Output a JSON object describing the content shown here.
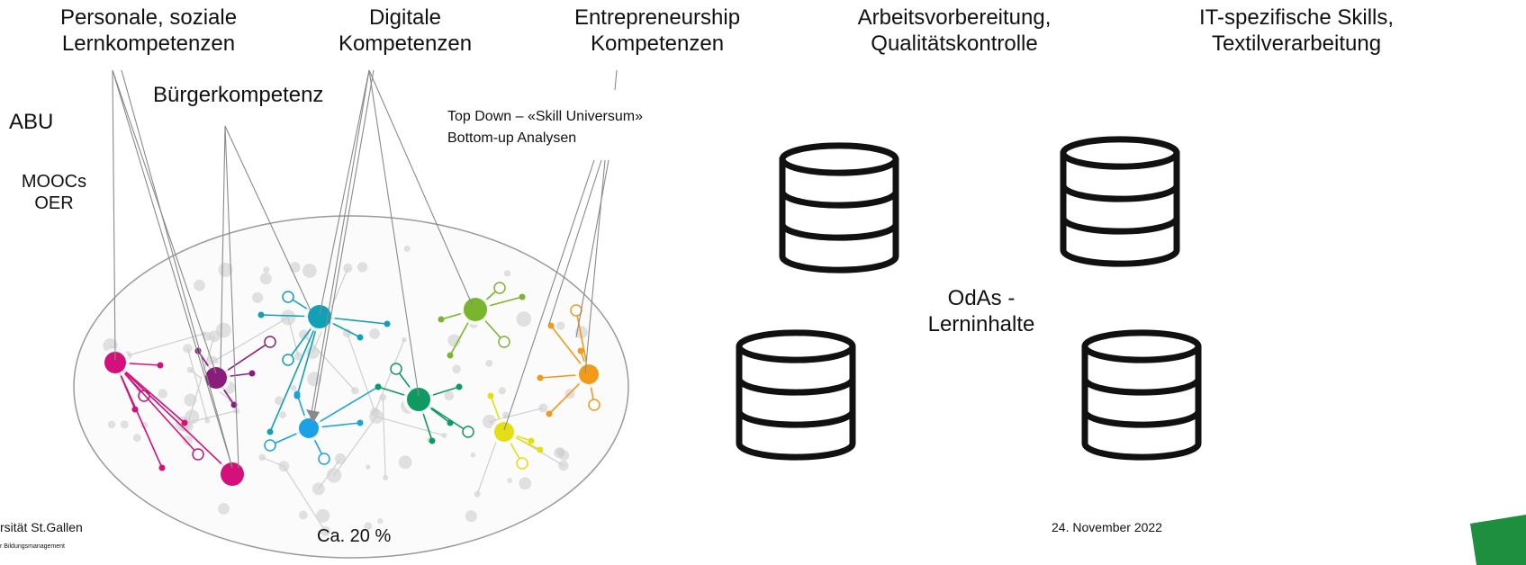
{
  "labels": {
    "personale": [
      "Personale, soziale",
      "Lernkompetenzen"
    ],
    "digitale": [
      "Digitale",
      "Kompetenzen"
    ],
    "entrepreneurship": [
      "Entrepreneurship",
      "Kompetenzen"
    ],
    "arbeitsvorbereitung": [
      "Arbeitsvorbereitung,",
      "Qualitätskontrolle"
    ],
    "it_skills": [
      "IT-spezifische Skills,",
      "Textilverarbeitung"
    ],
    "buergerkompetenz": "Bürgerkompetenz",
    "abu": "ABU",
    "moocs": [
      "MOOCs",
      "OER"
    ],
    "topdown": [
      "Top Down – «Skill Universum»",
      "Bottom-up Analysen"
    ],
    "odas": [
      "OdAs -",
      "Lerninhalte"
    ],
    "percent": "Ca. 20 %"
  },
  "footer": {
    "university": "rsität St.Gallen",
    "institute": "r Bildungsmanagement",
    "date": "24. November 2022"
  },
  "colors": {
    "magenta": "#d4117a",
    "purple": "#8a1c7c",
    "teal": "#11a0b5",
    "blue": "#1aa2e6",
    "green": "#0f9a63",
    "lightgreen": "#7ab62d",
    "orange": "#f39a19",
    "yellow": "#e4de14",
    "logo": "#1e8f3e"
  },
  "icons": [
    "database-icon",
    "database-icon",
    "database-icon",
    "database-icon",
    "network-graph-icon",
    "logo-icon"
  ]
}
